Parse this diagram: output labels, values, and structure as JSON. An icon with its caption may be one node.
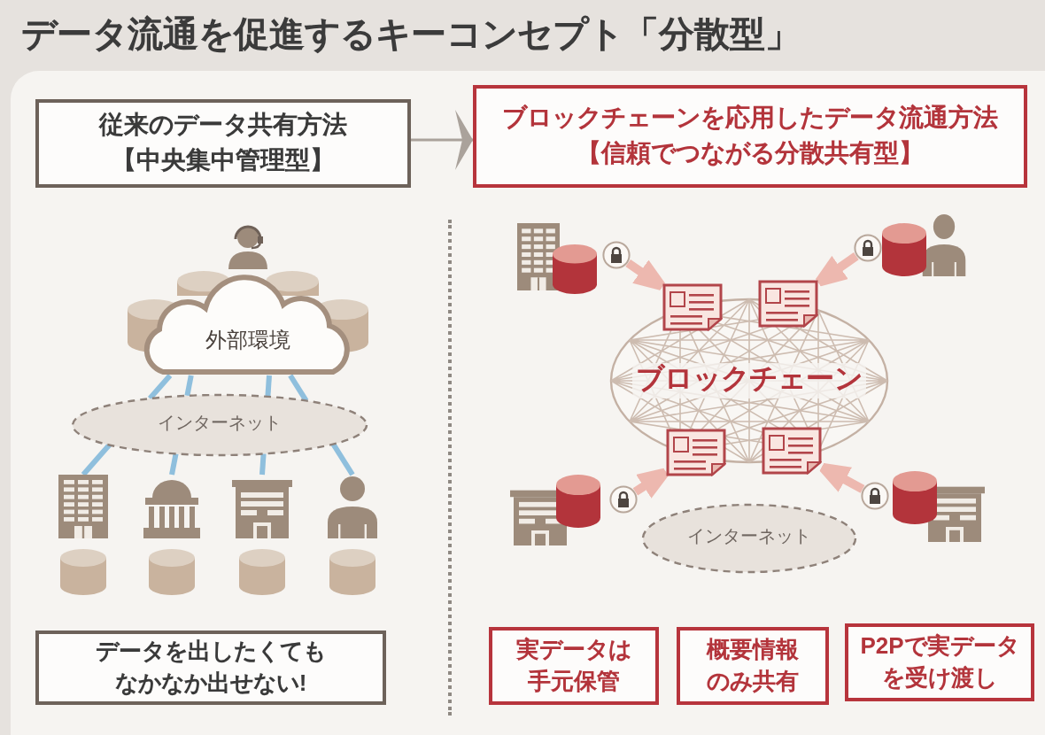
{
  "diagram": {
    "title": "データ流通を促進するキーコンセプト「分散型」",
    "nodes": [
      {
        "text": [
          "従来のデータ共有方法",
          "【中央集中管理型】"
        ]
      },
      {
        "text": [
          "ブロックチェーンを応用したデータ流通方法",
          "【信頼でつながる分散共有型】"
        ]
      },
      {
        "text": [
          "外部環境"
        ]
      },
      {
        "text": [
          "インターネット"
        ]
      },
      {
        "text": [],
        "shape": "building"
      },
      {
        "text": [],
        "shape": "building"
      },
      {
        "text": [],
        "shape": "building"
      },
      {
        "text": [],
        "shape": "person"
      },
      {
        "text": [
          "データを出したくてもなかなか出せない!"
        ]
      },
      {
        "text": [
          "ブロックチェーン"
        ]
      },
      {
        "text": [],
        "shape": "document"
      },
      {
        "text": [],
        "shape": "document"
      },
      {
        "text": [],
        "shape": "document"
      },
      {
        "text": [],
        "shape": "document"
      },
      {
        "text": [],
        "shape": "lock"
      },
      {
        "text": [],
        "shape": "lock"
      },
      {
        "text": [],
        "shape": "lock"
      },
      {
        "text": [],
        "shape": "lock"
      },
      {
        "text": [
          "インターネット"
        ]
      },
      {
        "text": [
          "実データは手元保管"
        ]
      },
      {
        "text": [
          "概要情報のみ共有"
        ]
      },
      {
        "text": [
          "P2Pで実データを受け渡し"
        ]
      }
    ],
    "edges": [
      {
        "from": 0,
        "to": 1,
        "arrow": "to"
      },
      {
        "from": 2,
        "to": 3,
        "arrow": "none",
        "color": "#8fbfdd"
      },
      {
        "from": 2,
        "to": 3,
        "arrow": "none",
        "color": "#8fbfdd"
      },
      {
        "from": 2,
        "to": 3,
        "arrow": "none",
        "color": "#8fbfdd"
      },
      {
        "from": 2,
        "to": 3,
        "arrow": "none",
        "color": "#8fbfdd"
      },
      {
        "from": 3,
        "to": 4,
        "arrow": "none",
        "color": "#8fbfdd"
      },
      {
        "from": 3,
        "to": 5,
        "arrow": "none",
        "color": "#8fbfdd"
      },
      {
        "from": 3,
        "to": 6,
        "arrow": "none",
        "color": "#8fbfdd"
      },
      {
        "from": 3,
        "to": 7,
        "arrow": "none",
        "color": "#8fbfdd"
      },
      {
        "from": 14,
        "to": 10,
        "arrow": "to",
        "color": "#edb8af"
      },
      {
        "from": 15,
        "to": 11,
        "arrow": "to",
        "color": "#edb8af"
      },
      {
        "from": 16,
        "to": 12,
        "arrow": "to",
        "color": "#edb8af"
      },
      {
        "from": 17,
        "to": 13,
        "arrow": "to",
        "color": "#edb8af"
      }
    ]
  }
}
